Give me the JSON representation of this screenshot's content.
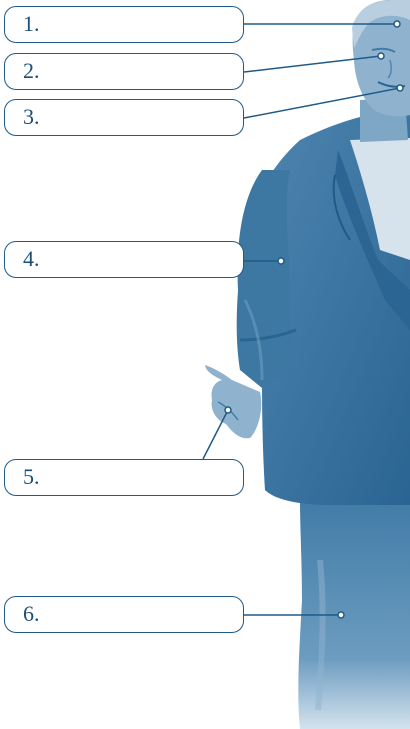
{
  "labels": [
    {
      "number": "1."
    },
    {
      "number": "2."
    },
    {
      "number": "3."
    },
    {
      "number": "4."
    },
    {
      "number": "5."
    },
    {
      "number": "6."
    }
  ],
  "colors": {
    "figure_light": "#8fb3cf",
    "figure_mid": "#3f7ba6",
    "figure_dark": "#1f5a88",
    "shirt": "#d7e3ec",
    "leader_line": "#1f5a88",
    "label_text": "#1a4f7a"
  }
}
